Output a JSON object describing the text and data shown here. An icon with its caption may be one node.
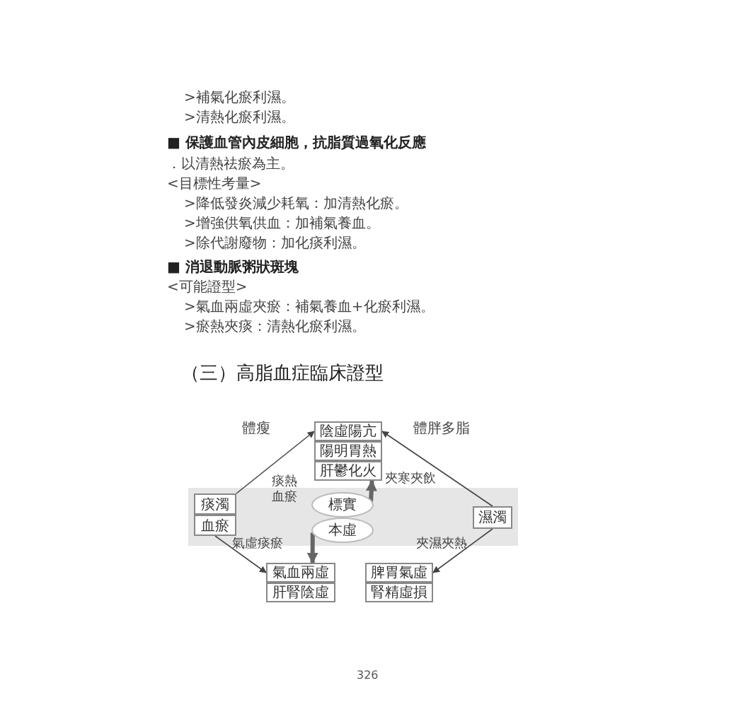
{
  "diagram": {
    "title": "（三）高脂血症臨床證型",
    "nodes": [
      {
        "text": [
          "陰虛陽亢"
        ]
      },
      {
        "text": [
          "陽明胃熱"
        ]
      },
      {
        "text": [
          "肝鬱化火"
        ]
      },
      {
        "text": [
          "痰濁"
        ]
      },
      {
        "text": [
          "血瘀"
        ]
      },
      {
        "text": [
          "標實"
        ]
      },
      {
        "text": [
          "本虛"
        ]
      },
      {
        "text": [
          "濕濁"
        ]
      },
      {
        "text": [
          "氣血兩虛"
        ]
      },
      {
        "text": [
          "肝腎陰虛"
        ]
      },
      {
        "text": [
          "脾胃氣虛"
        ]
      },
      {
        "text": [
          "腎精虛損"
        ]
      }
    ],
    "edges": [
      {
        "from": 3,
        "to": 0,
        "arrow": "to",
        "label": "痰熱血瘀"
      },
      {
        "from": 4,
        "to": 8,
        "arrow": "to",
        "label": "氣虛痰瘀"
      },
      {
        "from": 7,
        "to": 0,
        "arrow": "to",
        "label": "夾寒夾飲"
      },
      {
        "from": 7,
        "to": 10,
        "arrow": "to",
        "label": "夾濕夾熱"
      },
      {
        "from": 5,
        "to": 2,
        "arrow": "to",
        "style": "thick",
        "color": "#666666"
      },
      {
        "from": 6,
        "to": 8,
        "arrow": "to",
        "style": "thick",
        "color": "#666666"
      }
    ],
    "labels": [
      ">補氣化瘀利濕。",
      ">清熱化瘀利濕。",
      "■ 保護血管內皮細胞，抗脂質過氧化反應",
      "．以清熱祛瘀為主。",
      "<目標性考量>",
      ">降低發炎減少耗氧：加清熱化瘀。",
      ">增強供氧供血：加補氣養血。",
      ">除代謝廢物：加化痰利濕。",
      "■ 消退動脈粥狀斑塊",
      "<可能證型>",
      ">氣血兩虛夾瘀：補氣養血+化瘀利濕。",
      ">瘀熱夾痰：清熱化瘀利濕。",
      "體瘦",
      "體胖多脂",
      "326"
    ]
  }
}
